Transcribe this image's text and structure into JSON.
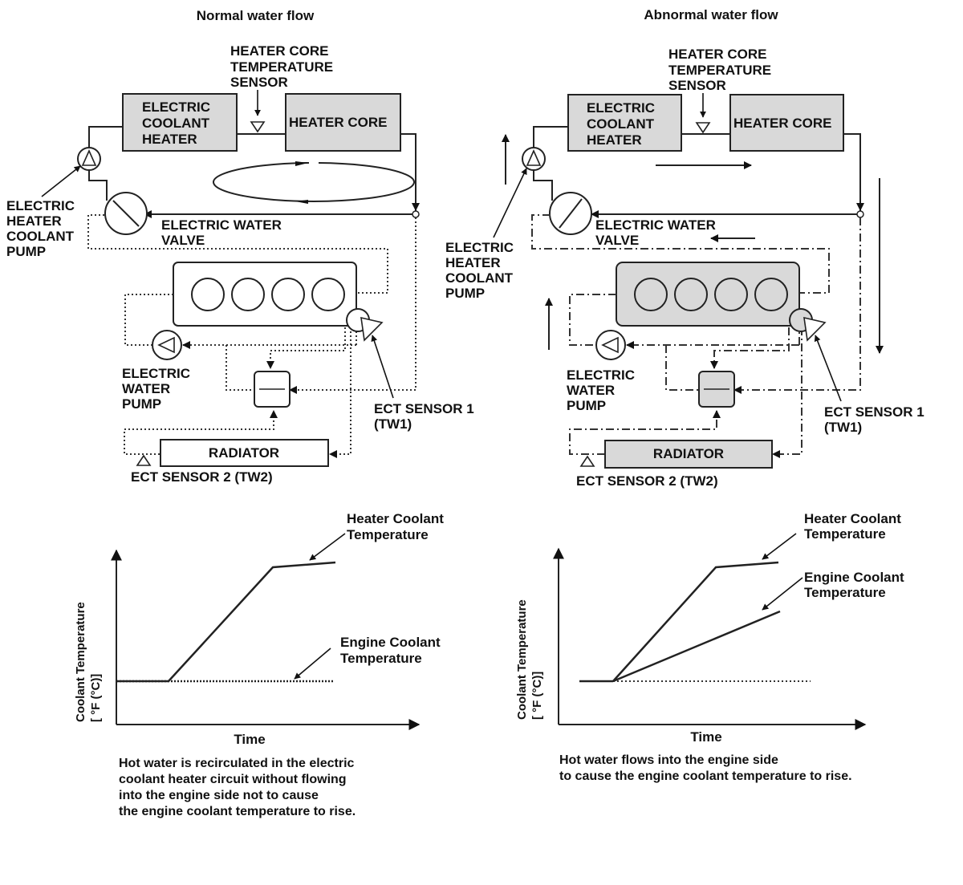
{
  "left": {
    "title": "Normal water flow",
    "labels": {
      "heater_core_sensor": [
        "HEATER CORE",
        "TEMPERATURE",
        "SENSOR"
      ],
      "electric_coolant_heater": [
        "ELECTRIC",
        "COOLANT",
        "HEATER"
      ],
      "heater_core": "HEATER CORE",
      "electric_heater_coolant_pump": [
        "ELECTRIC",
        "HEATER",
        "COOLANT",
        "PUMP"
      ],
      "electric_water_valve": [
        "ELECTRIC WATER",
        "VALVE"
      ],
      "electric_water_pump": [
        "ELECTRIC",
        "WATER",
        "PUMP"
      ],
      "ect_sensor_1": [
        "ECT SENSOR 1",
        "(TW1)"
      ],
      "radiator": "RADIATOR",
      "ect_sensor_2": "ECT SENSOR 2 (TW2)"
    },
    "chart": {
      "ylabel": [
        "Coolant Temperature",
        "[ °F (°C)]"
      ],
      "xlabel": "Time",
      "heater_label": [
        "Heater Coolant",
        "Temperature"
      ],
      "engine_label": [
        "Engine Coolant",
        "Temperature"
      ]
    },
    "caption": [
      "Hot water is recirculated in the electric",
      "coolant heater circuit without flowing",
      "into the engine side not to cause",
      "the engine coolant temperature to rise."
    ]
  },
  "right": {
    "title": "Abnormal water flow",
    "labels": {
      "heater_core_sensor": [
        "HEATER CORE",
        "TEMPERATURE",
        "SENSOR"
      ],
      "electric_coolant_heater": [
        "ELECTRIC",
        "COOLANT",
        "HEATER"
      ],
      "heater_core": "HEATER CORE",
      "electric_heater_coolant_pump": [
        "ELECTRIC",
        "HEATER",
        "COOLANT",
        "PUMP"
      ],
      "electric_water_valve": [
        "ELECTRIC WATER",
        "VALVE"
      ],
      "electric_water_pump": [
        "ELECTRIC",
        "WATER",
        "PUMP"
      ],
      "ect_sensor_1": [
        "ECT SENSOR 1",
        "(TW1)"
      ],
      "radiator": "RADIATOR",
      "ect_sensor_2": "ECT SENSOR 2 (TW2)"
    },
    "chart": {
      "ylabel": [
        "Coolant Temperature",
        "[ °F (°C)]"
      ],
      "xlabel": "Time",
      "heater_label": [
        "Heater Coolant",
        "Temperature"
      ],
      "engine_label": [
        "Engine Coolant",
        "Temperature"
      ]
    },
    "caption": [
      "Hot water flows into the engine side",
      "to cause the engine coolant temperature to rise."
    ]
  },
  "colors": {
    "ink": "#111111",
    "box_fill": "#d9d9d9",
    "background": "#ffffff"
  }
}
